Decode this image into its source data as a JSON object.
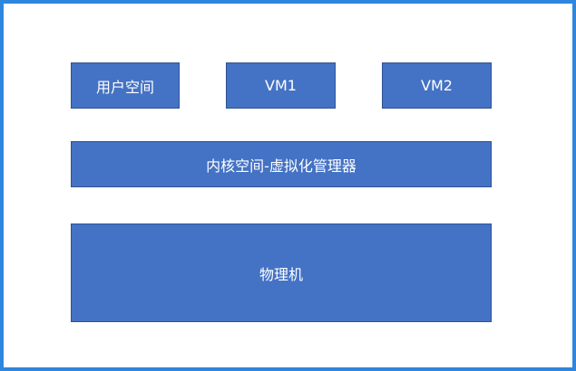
{
  "diagram": {
    "user_space": "用户空间",
    "vm1": "VM1",
    "vm2": "VM2",
    "kernel": "内核空间-虚拟化管理器",
    "physical": "物理机"
  },
  "colors": {
    "box_fill": "#4472C4",
    "box_border": "#2F528F",
    "frame": "#2E86DE"
  }
}
